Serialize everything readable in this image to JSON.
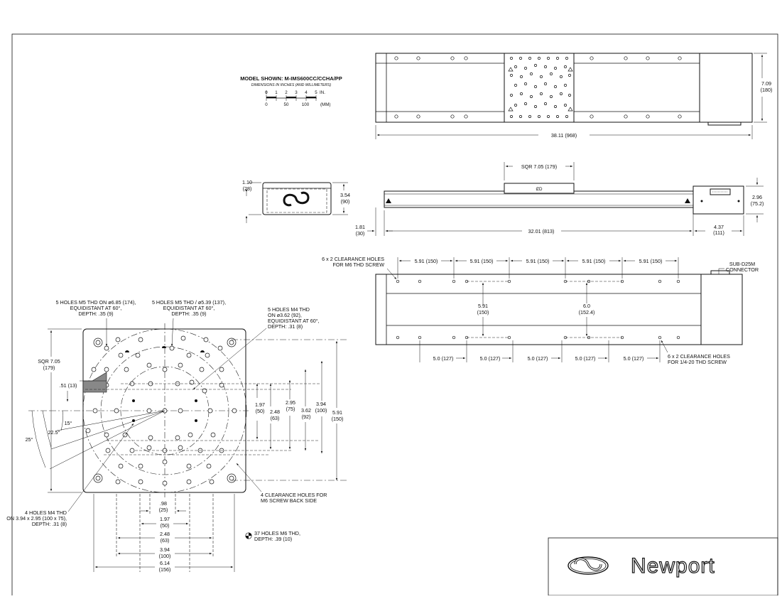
{
  "header": {
    "model_shown": "MODEL SHOWN: M-IMS600CC/CCHA/PP",
    "dimensions_note": "DIMENSIONS IN INCHES (AND MILLIMETERS)",
    "scale_in_ticks": [
      "0",
      "1",
      "2",
      "3",
      "4",
      "5"
    ],
    "scale_in_unit": "IN.",
    "scale_mm_ticks": [
      "0",
      "50",
      "100"
    ],
    "scale_mm_unit": "(MM)"
  },
  "top_view": {
    "width": "38.11 (968)",
    "height_in": "7.09",
    "height_mm": "(180)"
  },
  "side_view": {
    "carriage_width": "SQR 7.05 (179)",
    "height_in": "2.96",
    "height_mm": "(75.2)",
    "left_offset_in": "1.81",
    "left_offset_mm": "(30)",
    "hole_span": "32.01 (813)",
    "motor_in": "4.37",
    "motor_mm": "(111)"
  },
  "end_view": {
    "top_in": "1.10",
    "top_mm": "(28)",
    "height_in": "3.54",
    "height_mm": "(90)"
  },
  "bottom_view": {
    "clearance_m6_line1": "6 x 2 CLEARANCE HOLES",
    "clearance_m6_line2": "FOR M6 THD SCREW",
    "pitch_top": [
      "5.91 (150)",
      "5.91 (150)",
      "5.91 (150)",
      "5.91 (150)",
      "5.91 (150)"
    ],
    "connector_line1": "SUB-D25M",
    "connector_line2": "CONNECTOR",
    "inner_in": "5.91",
    "inner_mm": "(150)",
    "outer_in": "6.0",
    "outer_mm": "(152.4)",
    "pitch_bottom": [
      "5.0 (127)",
      "5.0 (127)",
      "5.0 (127)",
      "5.0 (127)",
      "5.0 (127)"
    ],
    "clearance_qtr_line1": "6 x 2 CLEARANCE HOLES",
    "clearance_qtr_line2": "FOR 1/4-20 THD SCREW"
  },
  "carriage_detail": {
    "note_m5_174": [
      "5 HOLES M5 THD ON ø6.85 (174),",
      "EQUIDISTANT AT 60°,",
      "DEPTH: .35 (9)"
    ],
    "note_m5_137": [
      "5 HOLES M5 THD / ø5.39 (137),",
      "EQUIDISTANT AT 60°,",
      "DEPTH: .35 (9)"
    ],
    "note_m4_92": [
      "5 HOLES M4 THD",
      "ON ø3.62 (92),",
      "EQUIDISTANT AT 60°,",
      "DEPTH: .31 (8)"
    ],
    "sqr_in": "SQR 7.05",
    "sqr_mm": "(179)",
    "offset": ".51 (13)",
    "angle_15": "15°",
    "angle_22": "22.5°",
    "angle_25": "25°",
    "v_dims": [
      {
        "in": "1.97",
        "mm": "(50)"
      },
      {
        "in": "2.48",
        "mm": "(63)"
      },
      {
        "in": "2.95",
        "mm": "(75)"
      },
      {
        "in": "3.62",
        "mm": "(92)"
      },
      {
        "in": "3.94",
        "mm": "(100)"
      },
      {
        "in": "5.91",
        "mm": "(150)"
      }
    ],
    "h_dims": [
      {
        "in": ".98",
        "mm": "(25)"
      },
      {
        "in": "1.97",
        "mm": "(50)"
      },
      {
        "in": "2.48",
        "mm": "(63)"
      },
      {
        "in": "3.94",
        "mm": "(100)"
      },
      {
        "in": "6.14",
        "mm": "(156)"
      }
    ],
    "note_clear_m6": [
      "4 CLEARANCE HOLES FOR",
      "M6 SCREW BACK SIDE"
    ],
    "note_m4_4": [
      "4 HOLES M4 THD",
      "ON 3.94 x 2.95 (100 x 75),",
      "DEPTH: .31 (8)"
    ],
    "note_m6_37": [
      "37 HOLES M6 THD,",
      "DEPTH: .39 (10)"
    ]
  },
  "logo": {
    "brand": "Newport"
  }
}
